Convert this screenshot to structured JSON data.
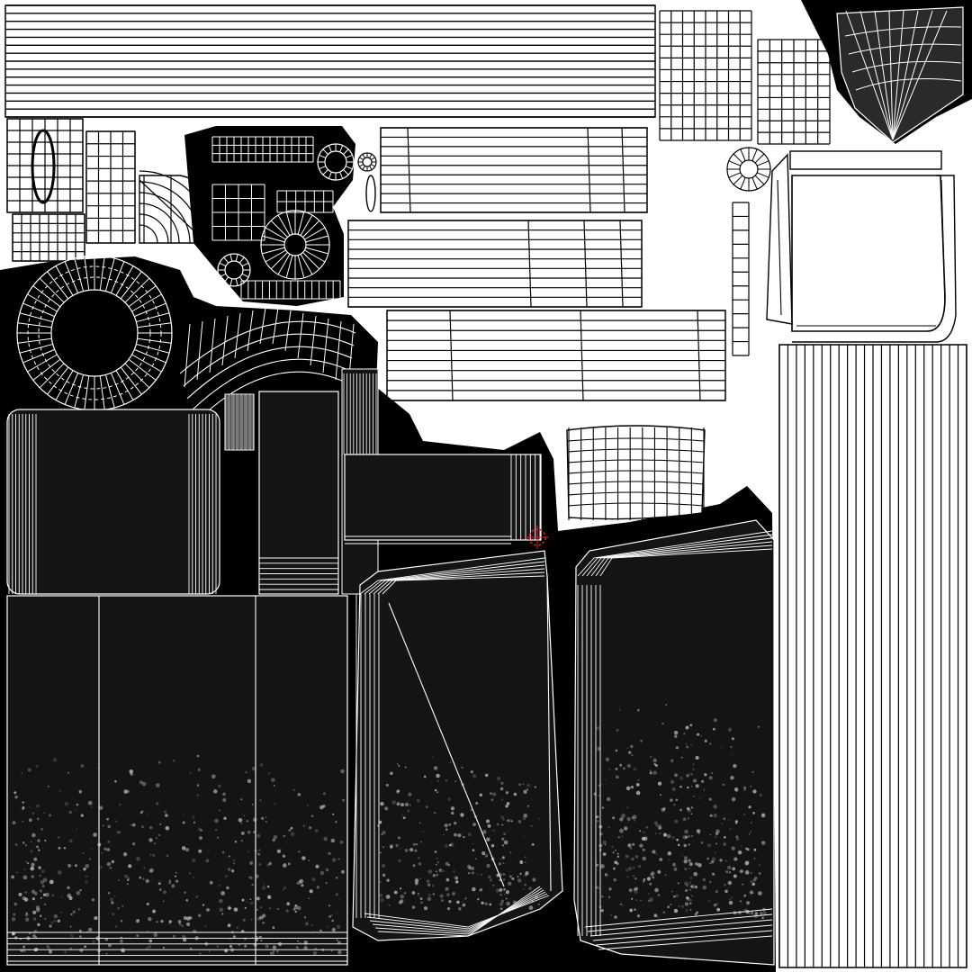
{
  "texture": {
    "background_color": "#ffffff",
    "baked_fill": "#141414",
    "mask_fill": "#000000",
    "wire_color": "#ffffff",
    "wire_on_light": "#000000",
    "grunge_color": "#d8d8d8",
    "mid_gray": "#7a7a7a",
    "cursor_color": "#e02020"
  },
  "uv_shells": [
    "top-plank-strip",
    "left-small-parts-cluster",
    "pipe-elbow-patch",
    "control-panel-island",
    "gear-ring",
    "fan-arc-patch",
    "plank-panel-1",
    "plank-panel-2",
    "plank-panel-3",
    "grid-patch-top",
    "grid-patch-small",
    "corner-shield-patch",
    "small-ring",
    "vertical-ladder-strip",
    "frame-shell",
    "tall-vertical-plank-strip",
    "dark-block-left",
    "dark-block-middle",
    "dark-block-right-top",
    "bottom-left-grunge-block",
    "bottom-center-grunge-block",
    "bottom-right-grunge-block",
    "grid-patch-center",
    "uv-cursor"
  ]
}
